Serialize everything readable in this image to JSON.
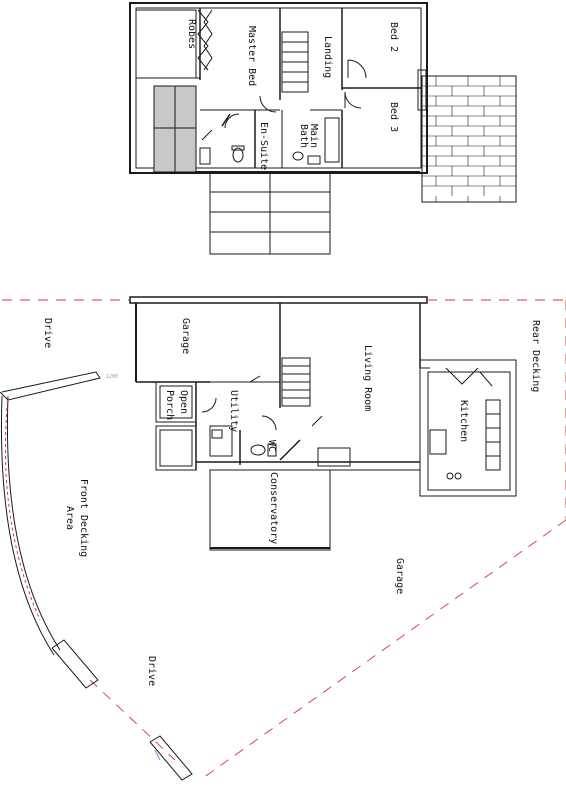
{
  "upper_floor": {
    "rooms": {
      "robes": "Robes",
      "master_bed": "Master Bed",
      "landing": "Landing",
      "bed_2": "Bed 2",
      "bed_3": "Bed 3",
      "en_suite": "En-Suite",
      "main_bath": "Main Bath"
    }
  },
  "ground_floor": {
    "rooms": {
      "garage": "Garage",
      "living_room": "Living Room",
      "rear_decking": "Rear Decking",
      "utility": "Utility",
      "open_porch": "Open Porch",
      "kitchen": "Kitchen",
      "wc": "WC",
      "conservatory": "Conservatory"
    }
  },
  "site": {
    "drive_top": "Drive",
    "front_decking_area": "Front Decking Area",
    "garage_external": "Garage",
    "drive_bottom": "Drive",
    "dimension_label": "1200"
  },
  "colors": {
    "line": "#1a1a1a",
    "boundary": "#e0303a",
    "paving_fill": "#c8c8c8",
    "accent_violet": "#b070d0"
  }
}
